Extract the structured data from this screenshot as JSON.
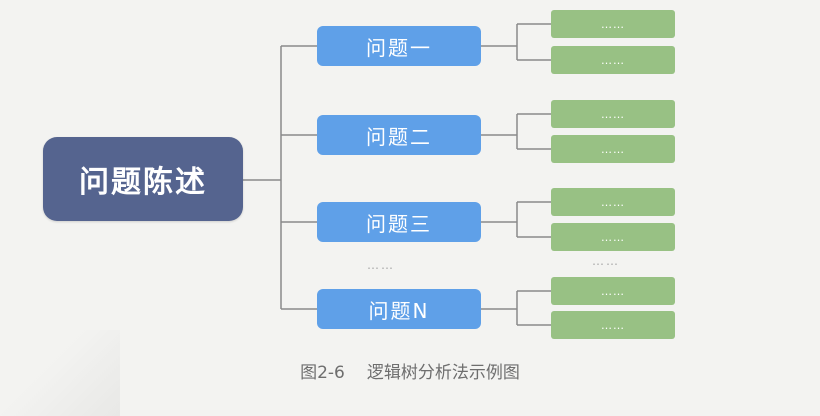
{
  "root": {
    "label": "问题陈述"
  },
  "branches": [
    {
      "label": "问题一",
      "leaves": [
        "……",
        "……"
      ]
    },
    {
      "label": "问题二",
      "leaves": [
        "……",
        "……"
      ]
    },
    {
      "label": "问题三",
      "leaves": [
        "……",
        "……"
      ]
    },
    {
      "label": "问题N",
      "leaves": [
        "……",
        "……"
      ]
    }
  ],
  "branch_ellipsis": "……",
  "leaf_ellipsis": "……",
  "caption": {
    "number": "图2-6",
    "title": "逻辑树分析法示例图"
  },
  "colors": {
    "root": "#55648f",
    "branch": "#5fa0e8",
    "leaf": "#98c184",
    "connector": "#8a8a8a"
  }
}
